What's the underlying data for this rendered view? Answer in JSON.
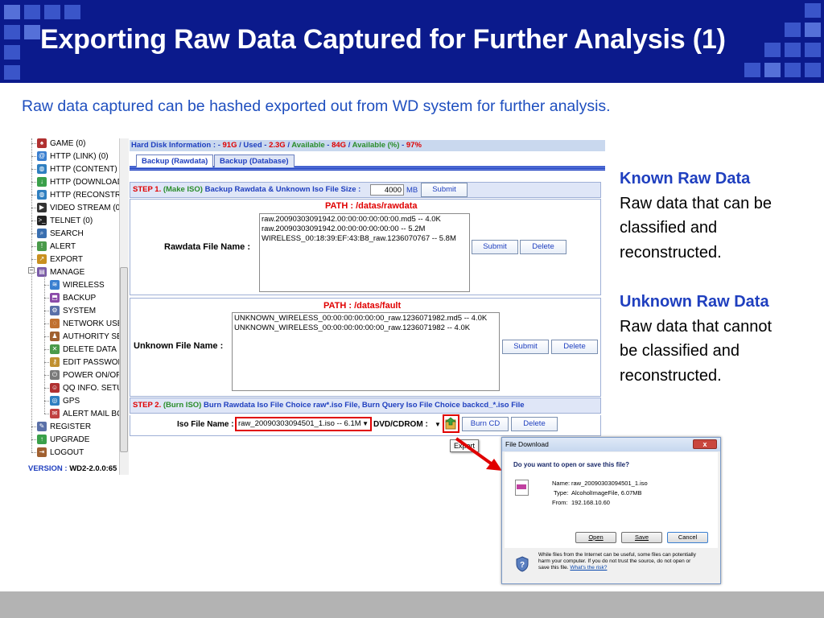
{
  "slide": {
    "title": "Exporting Raw Data Captured for Further Analysis (1)",
    "subtitle": "Raw data captured can be hashed exported out from WD system for further analysis."
  },
  "notes": {
    "known_title": "Known Raw Data",
    "known_lines": [
      "Raw data that can be",
      "classified and",
      "reconstructed."
    ],
    "unknown_title": "Unknown Raw Data",
    "unknown_lines": [
      "Raw data that cannot",
      "be classified and",
      "reconstructed."
    ]
  },
  "tree": {
    "items": [
      {
        "label": "GAME (0)",
        "icon": "game-icon",
        "color": "#b03030"
      },
      {
        "label": "HTTP (LINK) (0)",
        "icon": "link-icon",
        "color": "#3a7fd0"
      },
      {
        "label": "HTTP (CONTENT) (",
        "icon": "globe-icon",
        "color": "#2f7fc0"
      },
      {
        "label": "HTTP (DOWNLOAD",
        "icon": "download-icon",
        "color": "#3aa04a"
      },
      {
        "label": "HTTP (RECONSTRU",
        "icon": "globe-icon",
        "color": "#2f7fc0"
      },
      {
        "label": "VIDEO STREAM (0)",
        "icon": "video-icon",
        "color": "#333333"
      },
      {
        "label": "TELNET (0)",
        "icon": "terminal-icon",
        "color": "#222222"
      },
      {
        "label": "SEARCH",
        "icon": "search-icon",
        "color": "#3a6fb0"
      },
      {
        "label": "ALERT",
        "icon": "alert-icon",
        "color": "#4a9a4a"
      },
      {
        "label": "EXPORT",
        "icon": "export-icon",
        "color": "#c99020"
      },
      {
        "label": "MANAGE",
        "icon": "folder-icon",
        "color": "#7a5aa8"
      },
      {
        "label": "WIRELESS",
        "icon": "wireless-icon",
        "color": "#3a7fd0"
      },
      {
        "label": "BACKUP",
        "icon": "backup-icon",
        "color": "#8a4aa8"
      },
      {
        "label": "SYSTEM",
        "icon": "system-icon",
        "color": "#5a70a8"
      },
      {
        "label": "NETWORK USE",
        "icon": "network-icon",
        "color": "#c07030"
      },
      {
        "label": "AUTHORITY SE",
        "icon": "users-icon",
        "color": "#a06030"
      },
      {
        "label": "DELETE DATA",
        "icon": "delete-icon",
        "color": "#4a9a4a"
      },
      {
        "label": "EDIT PASSWOR",
        "icon": "key-icon",
        "color": "#c09030"
      },
      {
        "label": "POWER ON/OF",
        "icon": "power-icon",
        "color": "#7a7a7a"
      },
      {
        "label": "QQ INFO. SETU",
        "icon": "qq-icon",
        "color": "#b03030"
      },
      {
        "label": "GPS",
        "icon": "gps-icon",
        "color": "#2f7fc0"
      },
      {
        "label": "ALERT MAIL BO",
        "icon": "mail-icon",
        "color": "#c04040"
      },
      {
        "label": "REGISTER",
        "icon": "register-icon",
        "color": "#5a70a8"
      },
      {
        "label": "UPGRADE",
        "icon": "upgrade-icon",
        "color": "#3aa04a"
      },
      {
        "label": "LOGOUT",
        "icon": "logout-icon",
        "color": "#a06030"
      }
    ],
    "version_label": "VERSION :",
    "version_value": "WD2-2.0.0:65"
  },
  "main": {
    "disk": {
      "label": "Hard Disk Information :",
      "used_total": "91G",
      "used_label": "Used",
      "used": "2.3G",
      "avail_label": "Available",
      "avail": "84G",
      "pct_label": "Available (%)",
      "pct": "97%"
    },
    "tabs": [
      "Backup (Rawdata)",
      "Backup (Database)"
    ],
    "step1": {
      "prefix": "STEP 1.",
      "make": "(Make ISO)",
      "text": "Backup Rawdata & Unknown Iso File Size :",
      "size": "4000",
      "unit": "MB",
      "submit": "Submit"
    },
    "raw": {
      "path": "PATH : /datas/rawdata",
      "label": "Rawdata File Name :",
      "files": [
        "raw.20090303091942.00:00:00:00:00:00.md5 -- 4.0K",
        "raw.20090303091942.00:00:00:00:00:00 -- 5.2M",
        "WIRELESS_00:18:39:EF:43:B8_raw.1236070767 -- 5.8M"
      ],
      "submit": "Submit",
      "delete": "Delete"
    },
    "unknown": {
      "path": "PATH : /datas/fault",
      "label": "Unknown File Name :",
      "files": [
        "UNKNOWN_WIRELESS_00:00:00:00:00:00_raw.1236071982.md5 -- 4.0K",
        "UNKNOWN_WIRELESS_00:00:00:00:00:00_raw.1236071982 -- 4.0K"
      ],
      "submit": "Submit",
      "delete": "Delete"
    },
    "step2": {
      "prefix": "STEP 2.",
      "burn": "(Burn ISO)",
      "text": "Burn Rawdata Iso File Choice raw*.iso File,  Burn Query Iso File Choice backcd_*.iso File",
      "iso_label": "Iso File Name :",
      "iso_value": "raw_20090303094501_1.iso -- 6.1M",
      "dvd_label": "DVD/CDROM :",
      "burn_button": "Burn CD",
      "delete_button": "Delete",
      "export_tooltip": "Export"
    }
  },
  "dialog": {
    "title": "File Download",
    "close": "x",
    "question": "Do you want to open or save this file?",
    "name_label": "Name:",
    "name_value": "raw_20090303094501_1.iso",
    "type_label": "Type:",
    "type_value": "AlcoholImageFile, 6.07MB",
    "from_label": "From:",
    "from_value": "192.168.10.60",
    "open": "Open",
    "save": "Save",
    "cancel": "Cancel",
    "warning_lines": [
      "While files from the Internet can be useful, some files can potentially",
      "harm your computer. If you do not trust the source, do not open or",
      "save this file."
    ],
    "risk_link": "What's the risk?"
  },
  "colors": {
    "header_bg": "#0b1a8c",
    "accent_blue": "#1f3fbf",
    "highlight_red": "#e00000"
  }
}
